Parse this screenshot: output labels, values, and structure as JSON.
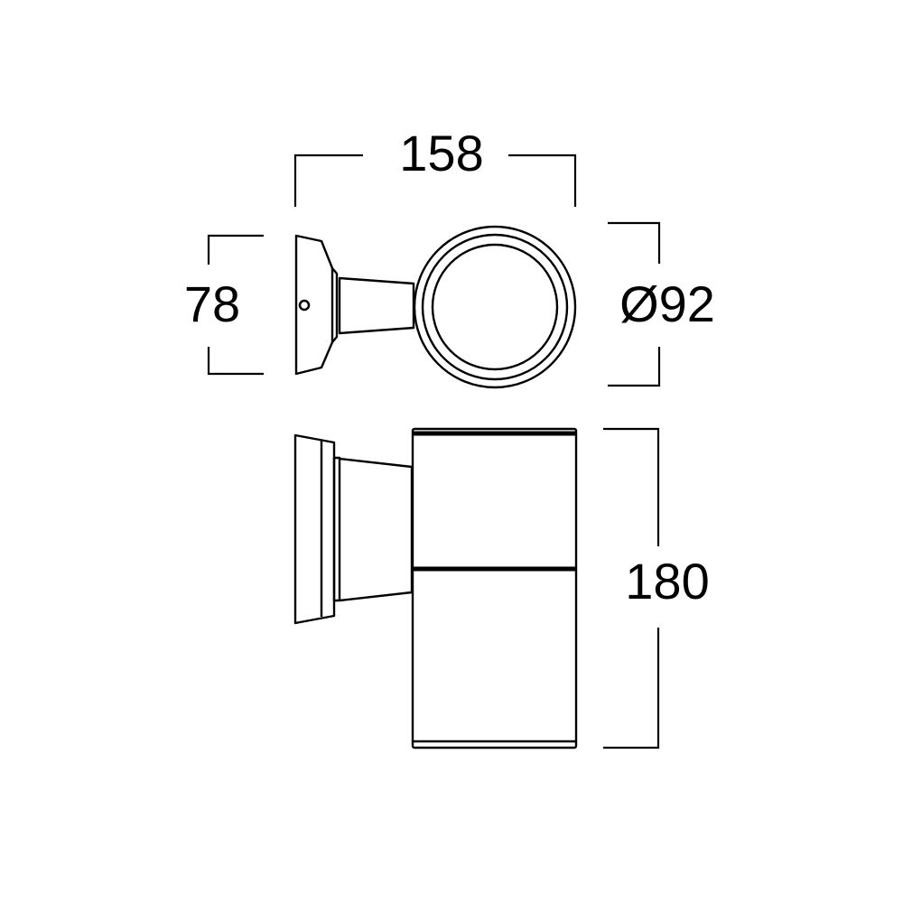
{
  "drawing": {
    "title": "Wall light dimension drawing",
    "units": "mm",
    "dimensions": {
      "width": "158",
      "depth": "78",
      "diameter": "Ø92",
      "height": "180"
    },
    "views": [
      "top view",
      "side view"
    ],
    "line_color": "#000000",
    "background": "#ffffff"
  }
}
